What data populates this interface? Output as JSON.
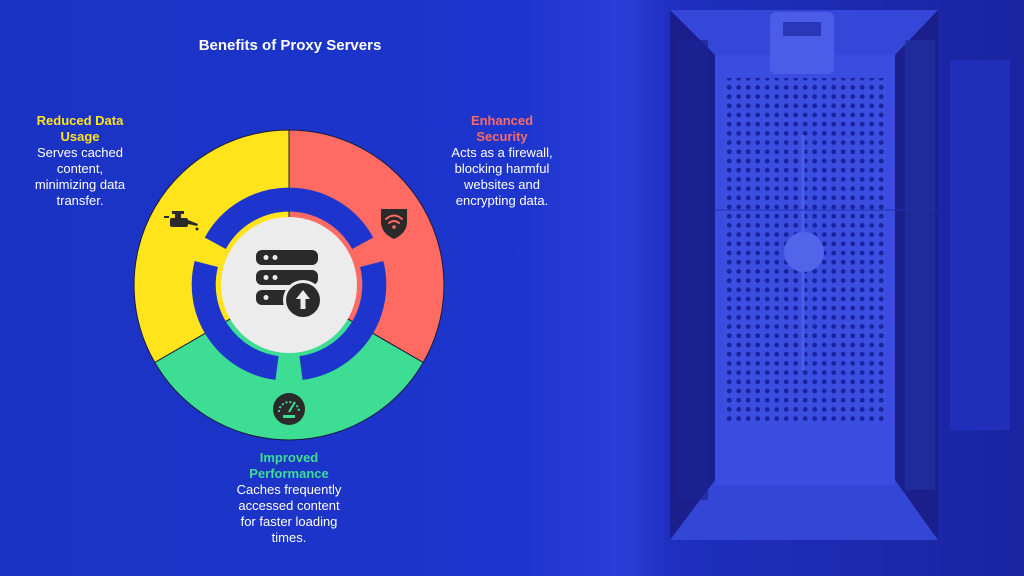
{
  "title": "Benefits of Proxy Servers",
  "benefits": [
    {
      "label_lines": [
        "Reduced Data",
        "Usage"
      ],
      "desc_lines": [
        "Serves cached",
        "content,",
        "minimizing data",
        "transfer."
      ],
      "color": "#ffe41c",
      "icon": "oil-can-icon"
    },
    {
      "label_lines": [
        "Enhanced",
        "Security"
      ],
      "desc_lines": [
        "Acts as a firewall,",
        "blocking harmful",
        "websites and",
        "encrypting data."
      ],
      "color": "#ff6a63",
      "icon": "wifi-shield-icon"
    },
    {
      "label_lines": [
        "Improved",
        "Performance"
      ],
      "desc_lines": [
        "Caches frequently",
        "accessed content",
        "for faster loading",
        "times."
      ],
      "color": "#3ddd93",
      "icon": "speedometer-icon"
    }
  ],
  "center_icon": "server-upload-icon"
}
